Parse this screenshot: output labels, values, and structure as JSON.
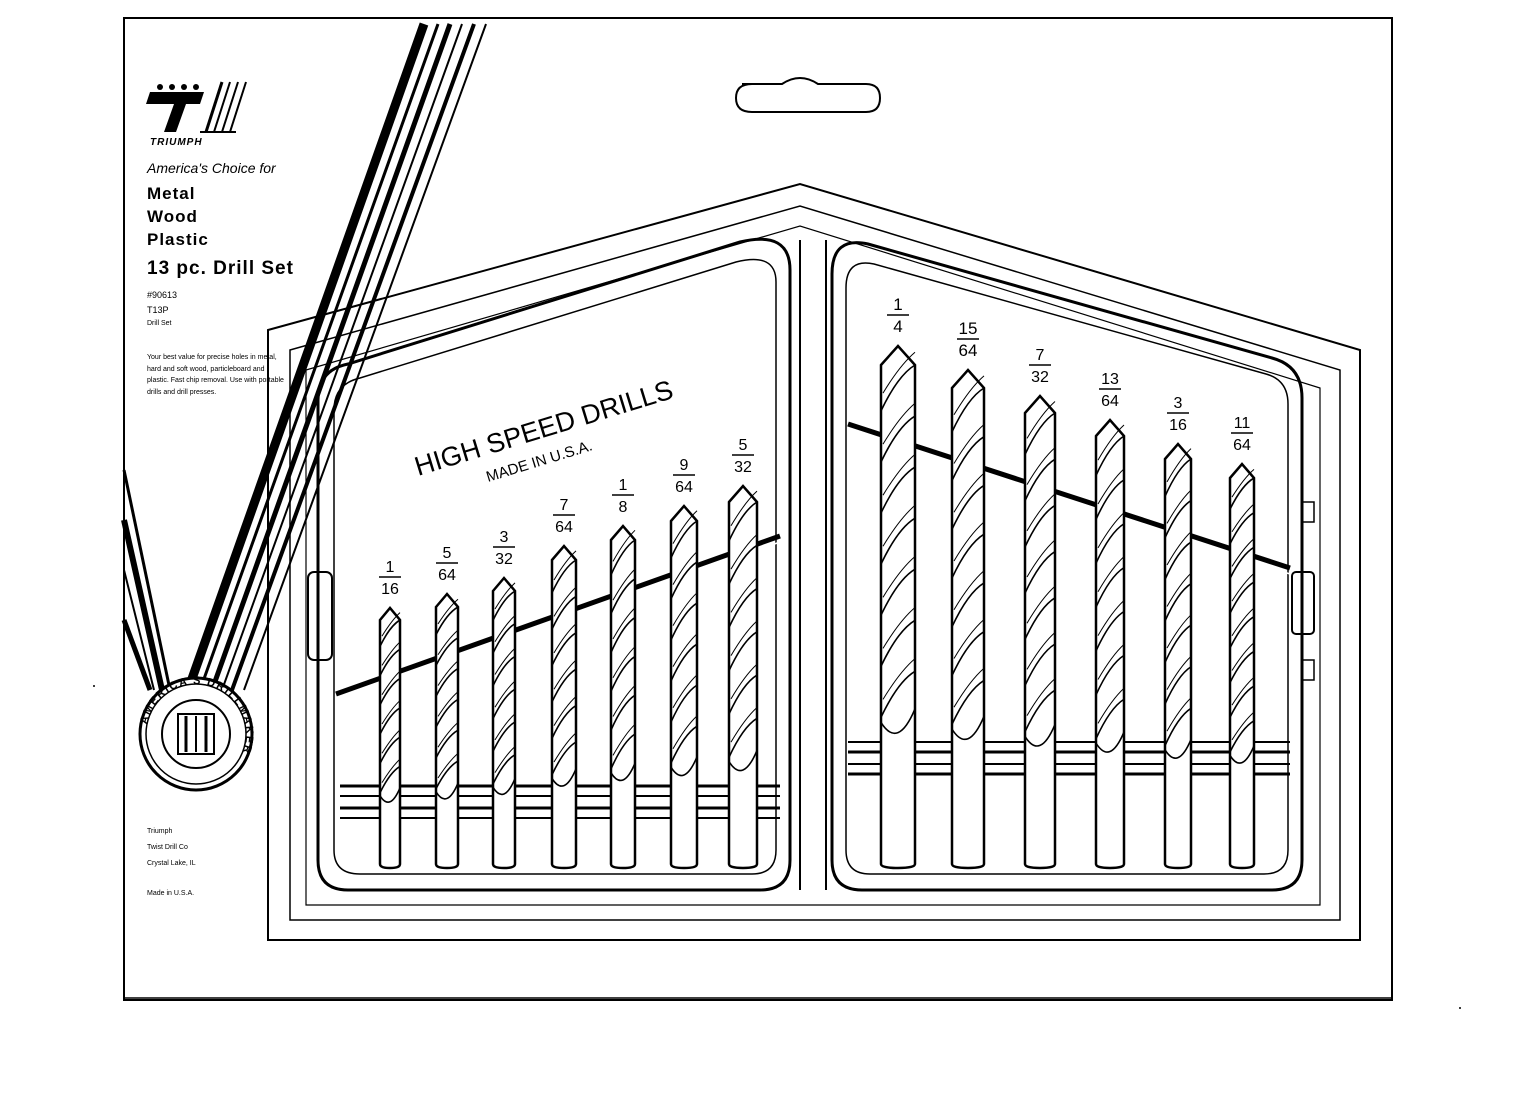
{
  "brand": {
    "name": "TRIUMPH",
    "tagline": "America's Choice for",
    "materials": [
      "Metal",
      "Wood",
      "Plastic"
    ],
    "set_name": "13 pc. Drill Set",
    "model_number": "#90613",
    "model_code": "T13P",
    "model_desc": "Drill Set",
    "description": "Your best value for precise holes in metal, hard and soft wood, particleboard and plastic. Fast chip removal. Use with portable drills and drill presses.",
    "medallion_text": "AMERICA'S DRILLMAKER",
    "maker_lines": [
      "Triumph",
      "Twist Drill Co",
      "Crystal Lake, IL"
    ],
    "made_in": "Made in U.S.A."
  },
  "case": {
    "title": "HIGH SPEED DRILLS",
    "subtitle": "MADE IN U.S.A."
  },
  "left_bits": [
    {
      "num": "1",
      "den": "16"
    },
    {
      "num": "5",
      "den": "64"
    },
    {
      "num": "3",
      "den": "32"
    },
    {
      "num": "7",
      "den": "64"
    },
    {
      "num": "1",
      "den": "8"
    },
    {
      "num": "9",
      "den": "64"
    },
    {
      "num": "5",
      "den": "32"
    }
  ],
  "right_bits": [
    {
      "num": "1",
      "den": "4"
    },
    {
      "num": "15",
      "den": "64"
    },
    {
      "num": "7",
      "den": "32"
    },
    {
      "num": "13",
      "den": "64"
    },
    {
      "num": "3",
      "den": "16"
    },
    {
      "num": "11",
      "den": "64"
    }
  ]
}
